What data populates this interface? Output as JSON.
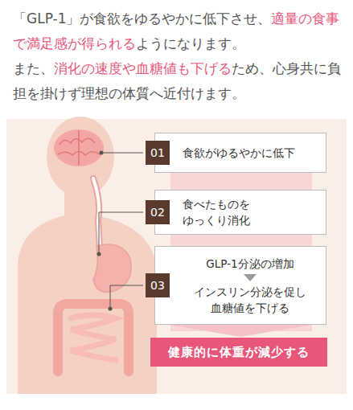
{
  "diagram": {
    "nodes": [
      {
        "text": [
          "01",
          "食欲がゆるやかに低下"
        ]
      },
      {
        "text": [
          "02",
          "食べたものを ゆっくり消化"
        ]
      },
      {
        "text": [
          "03",
          "GLP-1分泌の増加",
          "インスリン分泌を促し 血糖値を下げる"
        ]
      },
      {
        "text": [
          "健康的に体重が減少する"
        ]
      }
    ],
    "edges": [
      {
        "from": 2,
        "to": 3,
        "arrow": "to"
      }
    ],
    "labels": [
      "「GLP-1」が食欲をゆるやかに低下させ、",
      "適量の食事で満足感が得られる",
      "ようになります。",
      "また、",
      "消化の速度や血糖値も下げる",
      "ため、心身共に負担を掛けず理想の体質へ近付けます。"
    ]
  }
}
